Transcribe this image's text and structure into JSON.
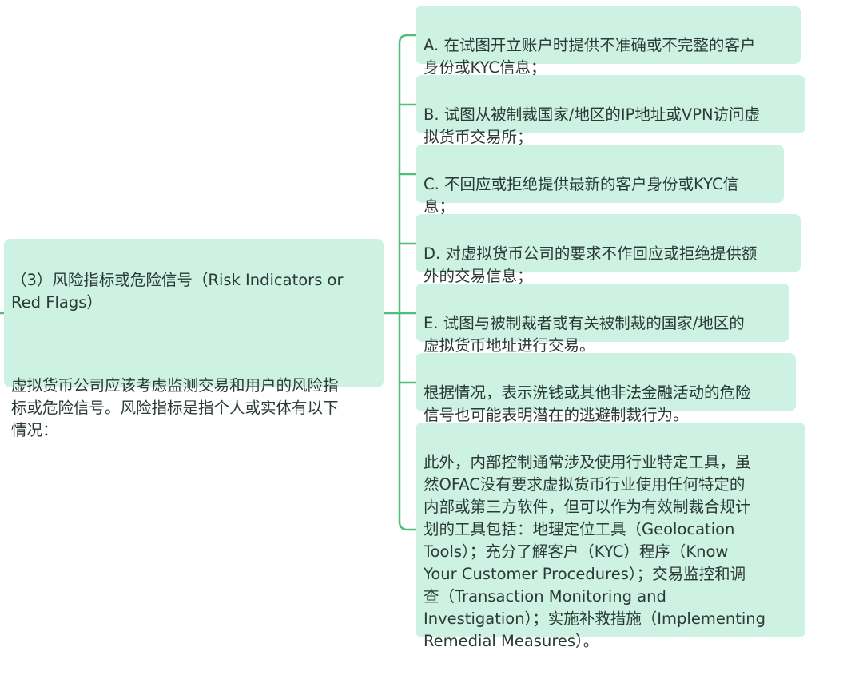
{
  "central_node": {
    "heading": "（3）风险指标或危险信号（Risk Indicators or\nRed Flags）",
    "body": "虚拟货币公司应该考虑监测交易和用户的风险指\n标或危险信号。风险指标是指个人或实体有以下\n情况："
  },
  "branches": [
    {
      "text": "A. 在试图开立账户时提供不准确或不完整的客户\n身份或KYC信息；"
    },
    {
      "text": "B. 试图从被制裁国家/地区的IP地址或VPN访问虚\n拟货币交易所；"
    },
    {
      "text": "C. 不回应或拒绝提供最新的客户身份或KYC信\n息；"
    },
    {
      "text": "D. 对虚拟货币公司的要求不作回应或拒绝提供额\n外的交易信息；"
    },
    {
      "text": "E. 试图与被制裁者或有关被制裁的国家/地区的\n虚拟货币地址进行交易。"
    },
    {
      "text": "根据情况，表示洗钱或其他非法金融活动的危险\n信号也可能表明潜在的逃避制裁行为。"
    },
    {
      "text": "此外，内部控制通常涉及使用行业特定工具，虽\n然OFAC没有要求虚拟货币行业使用任何特定的\n内部或第三方软件，但可以作为有效制裁合规计\n划的工具包括：地理定位工具（Geolocation\nTools）；充分了解客户（KYC）程序（Know\nYour Customer Procedures）；交易监控和调\n查（Transaction Monitoring and\nInvestigation）；实施补救措施（Implementing\nRemedial Measures）。"
    }
  ],
  "colors": {
    "node_fill": "#cdf1e3",
    "connector": "#4cbf7a",
    "text": "#2b3a35"
  }
}
